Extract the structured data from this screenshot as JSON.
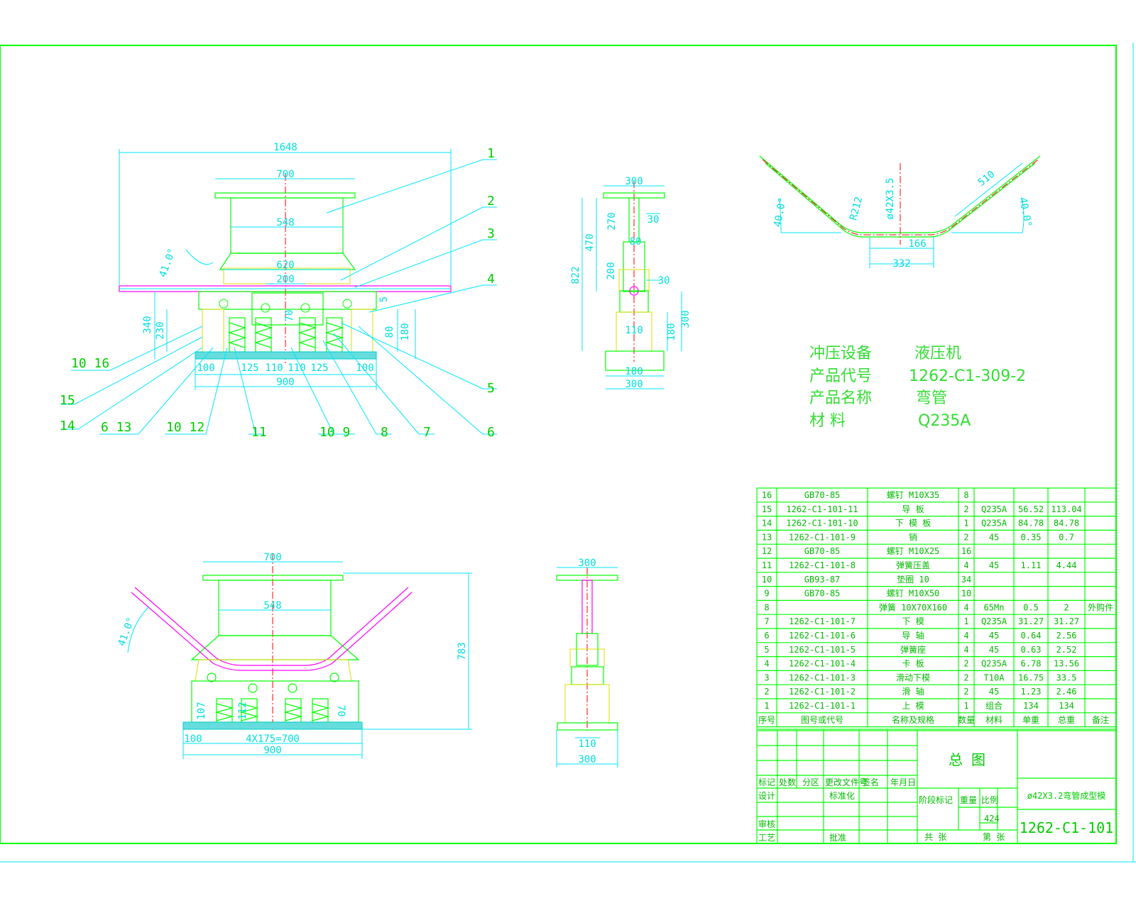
{
  "colors": {
    "frame": "#00ff00",
    "dim": "#00e5ff",
    "center": "#ff0000",
    "pipe": "#ff00ff",
    "part": "#dddd00"
  },
  "view1": {
    "dims": {
      "overall": "1648",
      "top": "700",
      "body": "548",
      "mid": "620",
      "neck": "200",
      "angle": "41.0°",
      "h340": "340",
      "h230": "230",
      "h80": "80",
      "h180": "180",
      "h70": "70",
      "h5": "5",
      "b100a": "100",
      "b125a": "125",
      "b110a": "110",
      "b110b": "110",
      "b125b": "125",
      "b100b": "100",
      "base": "900"
    },
    "balloons": [
      "1",
      "2",
      "3",
      "4",
      "5",
      "6",
      "7",
      "8",
      "10 9",
      "11",
      "10 12",
      "6 13",
      "14",
      "15",
      "10 16"
    ]
  },
  "view2": {
    "dims": {
      "w300": "300",
      "h270": "270",
      "h30": "30",
      "h80": "80",
      "h470": "470",
      "h822": "822",
      "h200": "200",
      "h30b": "30",
      "h300": "300",
      "h180": "180",
      "h110": "110",
      "w180": "180",
      "w300b": "300"
    }
  },
  "view3": {
    "dims": {
      "top": "700",
      "body": "548",
      "angle": "41.0°",
      "h783": "783",
      "h107": "107",
      "h112": "112",
      "h70": "70",
      "b100": "100",
      "pitch": "4X175=700",
      "base": "900"
    }
  },
  "view4": {
    "dims": {
      "w300": "300",
      "h110": "110",
      "w300b": "300"
    }
  },
  "pipe": {
    "dims": {
      "angle_l": "40.0°",
      "angle_r": "40.0°",
      "radius": "R212",
      "spec": "ø42X3.5",
      "len": "510",
      "w166": "166",
      "w332": "332"
    }
  },
  "notes": {
    "l1_label": "冲压设备",
    "l1_value": "液压机",
    "l2_label": "产品代号",
    "l2_value": "1262-C1-309-2",
    "l3_label": "产品名称",
    "l3_value": "弯管",
    "l4_label": "材    料",
    "l4_value": "Q235A"
  },
  "bom": {
    "rows": [
      [
        "16",
        "GB70-85",
        "螺钉 M10X35",
        "8",
        "",
        "",
        "",
        ""
      ],
      [
        "15",
        "1262-C1-101-11",
        "导  板",
        "2",
        "Q235A",
        "56.52",
        "113.04",
        ""
      ],
      [
        "14",
        "1262-C1-101-10",
        "下 模 板",
        "1",
        "Q235A",
        "84.78",
        "84.78",
        ""
      ],
      [
        "13",
        "1262-C1-101-9",
        "销",
        "2",
        "45",
        "0.35",
        "0.7",
        ""
      ],
      [
        "12",
        "GB70-85",
        "螺钉 M10X25",
        "16",
        "",
        "",
        "",
        ""
      ],
      [
        "11",
        "1262-C1-101-8",
        "弹簧压盖",
        "4",
        "45",
        "1.11",
        "4.44",
        ""
      ],
      [
        "10",
        "GB93-87",
        "垫圈 10",
        "34",
        "",
        "",
        "",
        ""
      ],
      [
        "9",
        "GB70-85",
        "螺钉 M10X50",
        "10",
        "",
        "",
        "",
        ""
      ],
      [
        "8",
        "",
        "弹簧 10X70X160",
        "4",
        "65Mn",
        "0.5",
        "2",
        "外购件"
      ],
      [
        "7",
        "1262-C1-101-7",
        "下  模",
        "1",
        "Q235A",
        "31.27",
        "31.27",
        ""
      ],
      [
        "6",
        "1262-C1-101-6",
        "导  轴",
        "4",
        "45",
        "0.64",
        "2.56",
        ""
      ],
      [
        "5",
        "1262-C1-101-5",
        "弹簧座",
        "4",
        "45",
        "0.63",
        "2.52",
        ""
      ],
      [
        "4",
        "1262-C1-101-4",
        "卡  板",
        "2",
        "Q235A",
        "6.78",
        "13.56",
        ""
      ],
      [
        "3",
        "1262-C1-101-3",
        "滑动下模",
        "2",
        "T10A",
        "16.75",
        "33.5",
        ""
      ],
      [
        "2",
        "1262-C1-101-2",
        "滑  轴",
        "2",
        "45",
        "1.23",
        "2.46",
        ""
      ],
      [
        "1",
        "1262-C1-101-1",
        "上  模",
        "1",
        "组合",
        "134",
        "134",
        ""
      ]
    ],
    "header": [
      "序号",
      "图号或代号",
      "名称及规格",
      "数量",
      "材料",
      "单重",
      "总重",
      "备注"
    ]
  },
  "title_block": {
    "name": "总  图",
    "spec": "ø42X3.2弯管成型模",
    "drawing_no": "1262-C1-101",
    "weight": "424",
    "rev_row": [
      "标记",
      "处数",
      "分区",
      "更改文件号",
      "签名",
      "年月日"
    ],
    "r_design": "设计",
    "r_std": "标准化",
    "r_check": "审核",
    "r_process": "工艺",
    "r_approve": "批准",
    "stage_label": "阶段标记",
    "weight_label": "重量",
    "scale_label": "比例",
    "sheets": "共   张",
    "sheet": "第   张"
  }
}
